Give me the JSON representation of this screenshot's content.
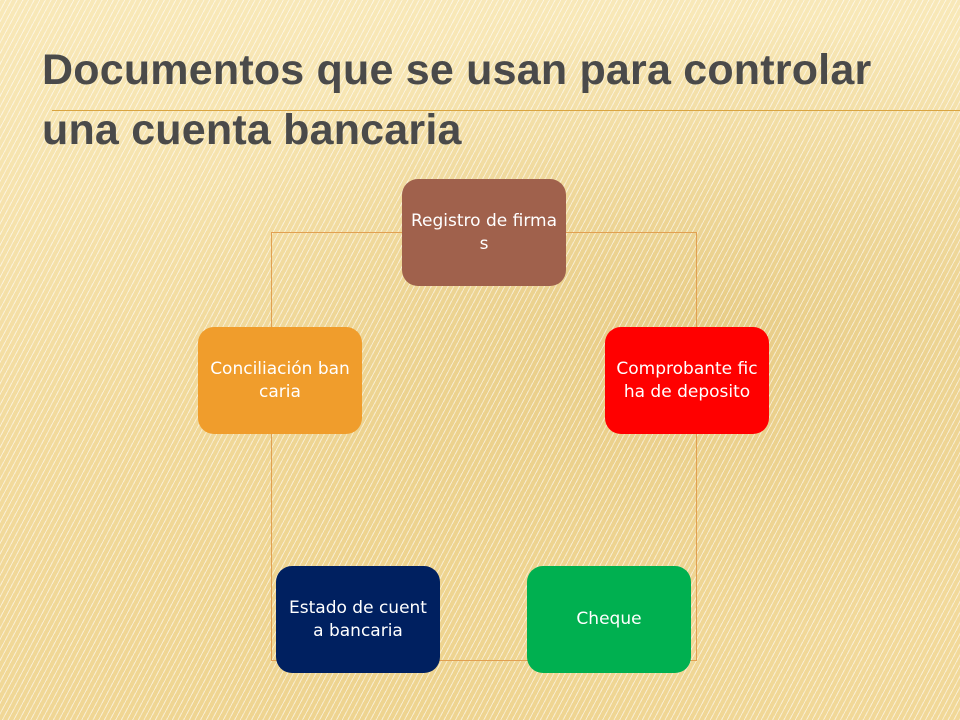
{
  "slide": {
    "title": "Documentos que se usan para controlar una cuenta bancaria"
  },
  "diagram": {
    "nodes": [
      {
        "id": "registro",
        "label": "Registro de firmas",
        "color": "#a0614c"
      },
      {
        "id": "comprobante",
        "label": "Comprobante ficha de deposito",
        "color": "#ff0000"
      },
      {
        "id": "cheque",
        "label": "Cheque",
        "color": "#00b050"
      },
      {
        "id": "estado",
        "label": "Estado de cuenta bancaria",
        "color": "#002060"
      },
      {
        "id": "conciliacion",
        "label": "Conciliación bancaria",
        "color": "#f09d2c"
      }
    ]
  },
  "colors": {
    "title_text": "#4a4a4a",
    "title_rule": "#d9a441",
    "connector": "#e1a052"
  }
}
